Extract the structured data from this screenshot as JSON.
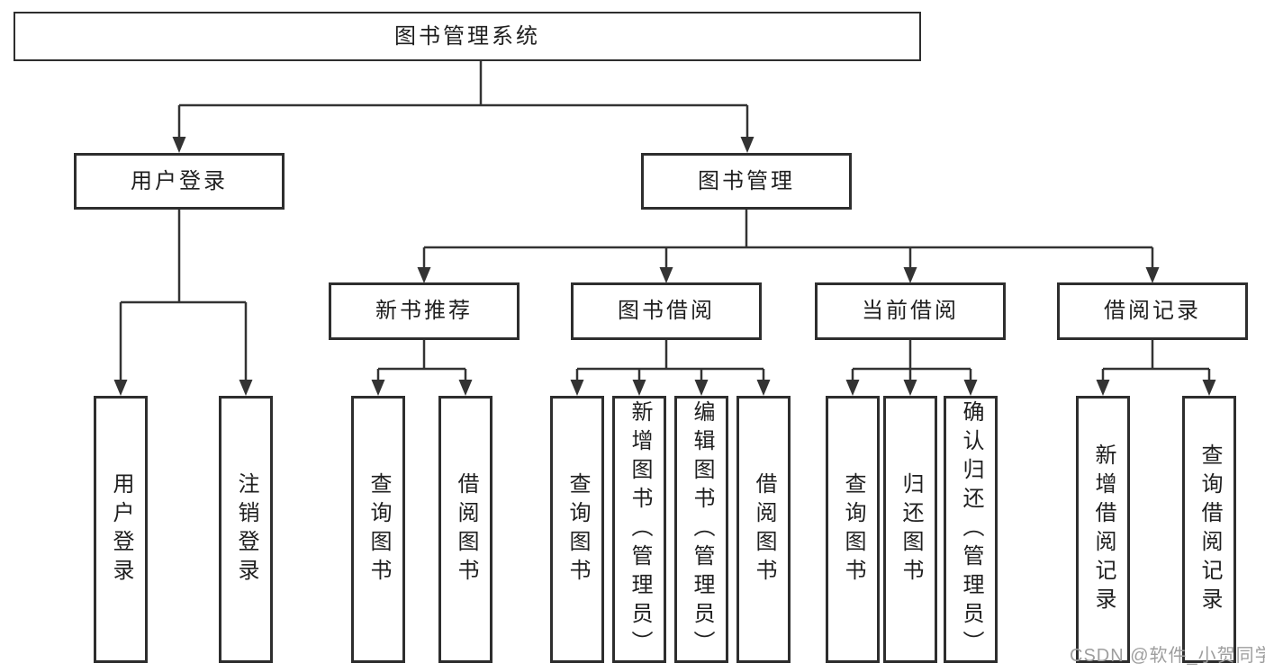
{
  "diagram": {
    "type": "tree",
    "root": {
      "label": "图书管理系统"
    },
    "level2": [
      {
        "id": "user-login",
        "label": "用户登录",
        "parent": "图书管理系统"
      },
      {
        "id": "book-management",
        "label": "图书管理",
        "parent": "图书管理系统"
      }
    ],
    "level3": [
      {
        "id": "new-book-recommend",
        "label": "新书推荐",
        "parent": "图书管理"
      },
      {
        "id": "book-borrow",
        "label": "图书借阅",
        "parent": "图书管理"
      },
      {
        "id": "current-borrow",
        "label": "当前借阅",
        "parent": "图书管理"
      },
      {
        "id": "borrow-records",
        "label": "借阅记录",
        "parent": "图书管理"
      }
    ],
    "leaves": [
      {
        "label": "用户登录",
        "parent": "用户登录"
      },
      {
        "label": "注销登录",
        "parent": "用户登录"
      },
      {
        "label": "查询图书",
        "parent": "新书推荐"
      },
      {
        "label": "借阅图书",
        "parent": "新书推荐"
      },
      {
        "label": "查询图书",
        "parent": "图书借阅"
      },
      {
        "label": "新增图书（管理员）",
        "parent": "图书借阅"
      },
      {
        "label": "编辑图书（管理员）",
        "parent": "图书借阅"
      },
      {
        "label": "借阅图书",
        "parent": "图书借阅"
      },
      {
        "label": "查询图书",
        "parent": "当前借阅"
      },
      {
        "label": "归还图书",
        "parent": "当前借阅"
      },
      {
        "label": "确认归还（管理员）",
        "parent": "当前借阅"
      },
      {
        "label": "新增借阅记录",
        "parent": "借阅记录"
      },
      {
        "label": "查询借阅记录",
        "parent": "借阅记录"
      }
    ],
    "colors": {
      "line": "#333333",
      "box_border": "#2e2e2e",
      "text": "#1f1f1f",
      "background": "#ffffff",
      "watermark": "#9e9e9e"
    }
  },
  "watermark": {
    "text": "CSDN @软件_小贺同学"
  }
}
